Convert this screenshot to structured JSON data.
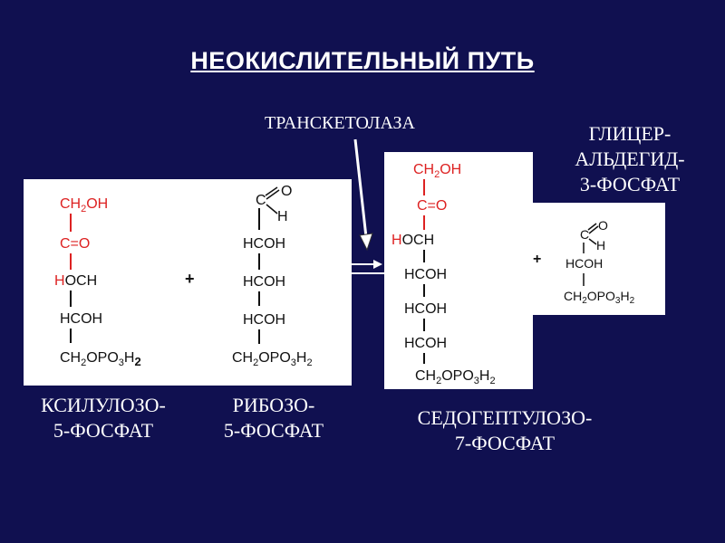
{
  "title": "НЕОКИСЛИТЕЛЬНЫЙ  ПУТЬ",
  "enzyme": "ТРАНСКЕТОЛАЗА",
  "substrates": {
    "xylulose": {
      "line1": "КСИЛУЛОЗО-",
      "line2": "5-ФОСФАТ"
    },
    "ribose": {
      "line1": "РИБОЗО-",
      "line2": "5-ФОСФАТ"
    }
  },
  "products": {
    "sedoheptulose": {
      "line1": "СЕДОГЕПТУЛОЗО-",
      "line2": "7-ФОСФАТ"
    },
    "glyceraldehyde": {
      "line1": "ГЛИЦЕР-",
      "line2": "АЛЬДЕГИД-",
      "line3": "3-ФОСФАТ"
    }
  },
  "formulas": {
    "xylulose": [
      "CH2OH",
      "C=O",
      "HOCH",
      "HCOH",
      "CH2OPO3H2"
    ],
    "ribose": [
      "HCOH",
      "HCOH",
      "HCOH",
      "CH2OPO3H2"
    ],
    "sedoheptulose": [
      "CH2OH",
      "C=O",
      "HOCH",
      "HCOH",
      "HCOH",
      "HCOH",
      "CH2OPO3H2"
    ],
    "glyceraldehyde": [
      "HCOH",
      "CH2OPO3H2"
    ]
  },
  "plus": "+",
  "colors": {
    "background": "#101050",
    "accent_red": "#d22222",
    "text": "#ffffff"
  }
}
